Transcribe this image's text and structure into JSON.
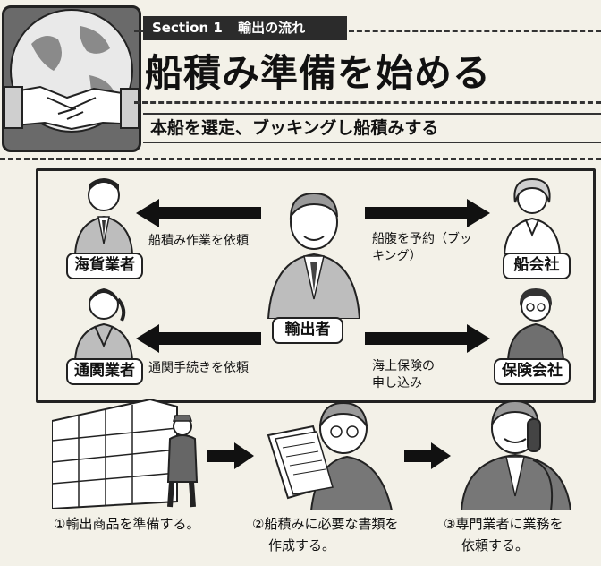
{
  "header": {
    "section_label": "Section 1",
    "section_topic": "輸出の流れ",
    "title": "船積み準備を始める",
    "subtitle": "本船を選定、ブッキングし船積みする"
  },
  "diagram": {
    "center_role": "輸出者",
    "left_top_role": "海貨業者",
    "left_bottom_role": "通関業者",
    "right_top_role": "船会社",
    "right_bottom_role": "保険会社",
    "left_top_action": "船積み作業を依頼",
    "left_bottom_action": "通関手続きを依頼",
    "right_top_action_line1": "船腹を予約（ブッ",
    "right_top_action_line2": "キング）",
    "right_bottom_action_line1": "海上保険の",
    "right_bottom_action_line2": "申し込み"
  },
  "steps": [
    {
      "line1": "①輸出商品を準備する。",
      "line2": ""
    },
    {
      "line1": "②船積みに必要な書類を",
      "line2": "作成する。"
    },
    {
      "line1": "③専門業者に業務を",
      "line2": "依頼する。"
    }
  ],
  "colors": {
    "background": "#f3f1e8",
    "dark": "#222222",
    "tag": "#2b2b2b"
  }
}
